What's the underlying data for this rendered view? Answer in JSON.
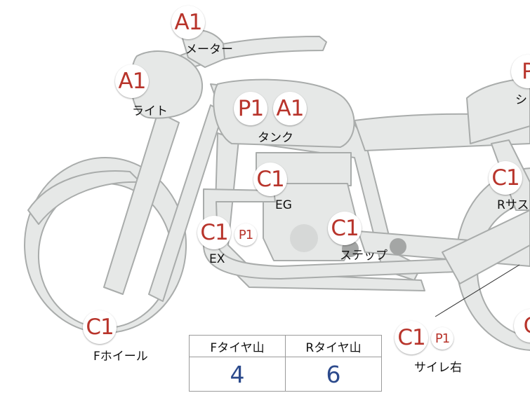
{
  "colors": {
    "badge_text": "#b8342b",
    "body_fill": "#e6e8e7",
    "body_stroke": "#a9acab",
    "value_text": "#2c4a8c"
  },
  "badges": {
    "meter_a1": "A1",
    "light_a1": "A1",
    "tank_p1": "P1",
    "tank_a1": "A1",
    "seat_p1": "P",
    "eg_c1": "C1",
    "ex_c1": "C1",
    "ex_p1": "P1",
    "step_c1": "C1",
    "rsus_c1": "C1",
    "fwheel_c1": "C1",
    "silencer_c1": "C1",
    "silencer_p1": "P1",
    "rwheel_c1": "C"
  },
  "labels": {
    "meter": "メーター",
    "light": "ライト",
    "tank": "タンク",
    "seat": "シ",
    "eg": "EG",
    "ex": "EX",
    "step": "ステップ",
    "rsus": "Rサス",
    "fwheel": "Fホイール",
    "silencer": "サイレ右"
  },
  "tire_table": {
    "front_header": "Fタイヤ山",
    "rear_header": "Rタイヤ山",
    "front_value": "4",
    "rear_value": "6"
  }
}
